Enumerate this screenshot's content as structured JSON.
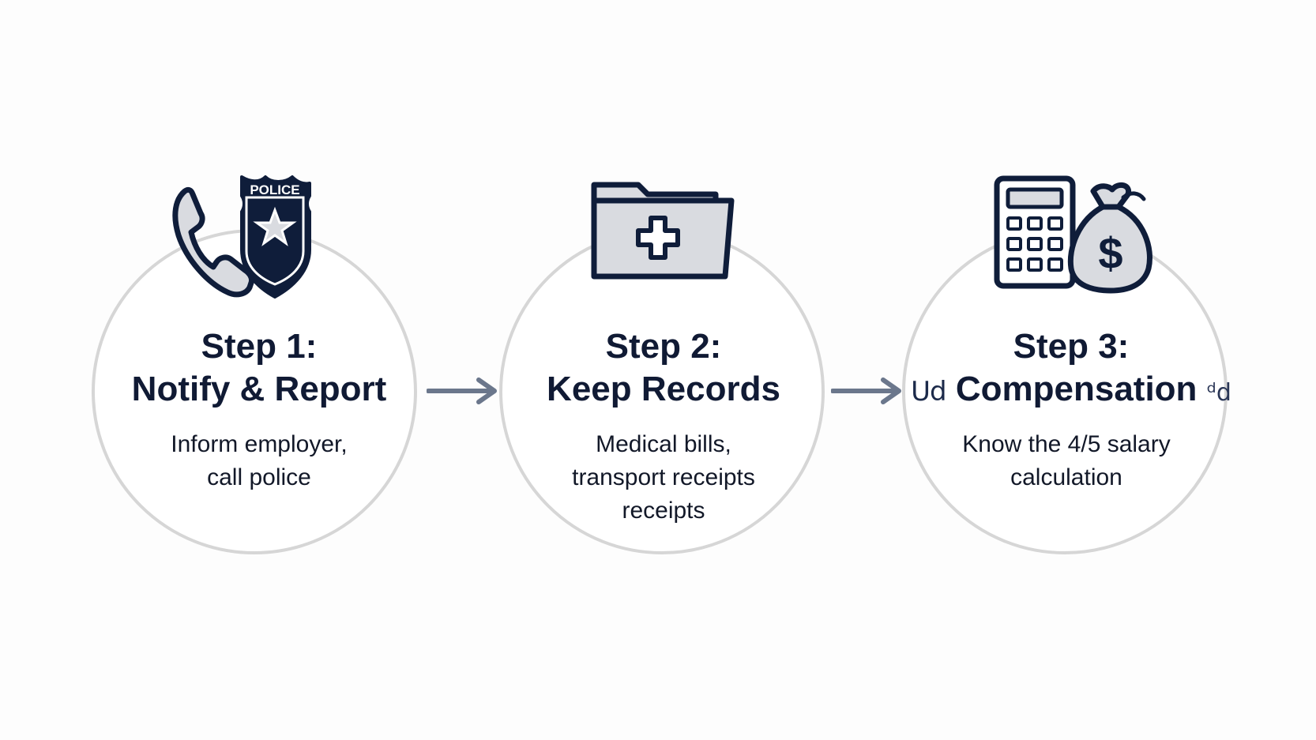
{
  "steps": [
    {
      "heading_line1": "Step 1:",
      "heading_line2": "Notify & Report",
      "sub_lines": [
        "Inform employer,",
        "call police"
      ],
      "icons": [
        "phone-icon",
        "police-badge-icon"
      ],
      "badge_text": "POLICE"
    },
    {
      "heading_line1": "Step 2:",
      "heading_line2": "Keep Records",
      "sub_lines": [
        "Medical bills,",
        "transport receipts",
        "receipts"
      ],
      "icons": [
        "medical-folder-icon"
      ]
    },
    {
      "heading_line1": "Step 3:",
      "heading_prefix": "Ud",
      "heading_line2": "Compensation",
      "heading_suffix": "ᵈd",
      "sub_lines": [
        "Know the 4/5 salary",
        "calculation"
      ],
      "icons": [
        "calculator-icon",
        "money-bag-icon"
      ],
      "money_symbol": "$"
    }
  ],
  "colors": {
    "navy": "#0f1d3a",
    "text": "#121828",
    "circle_border": "#d6d6d6",
    "arrow": "#6b778c",
    "icon_fill": "#d9dbe0"
  }
}
